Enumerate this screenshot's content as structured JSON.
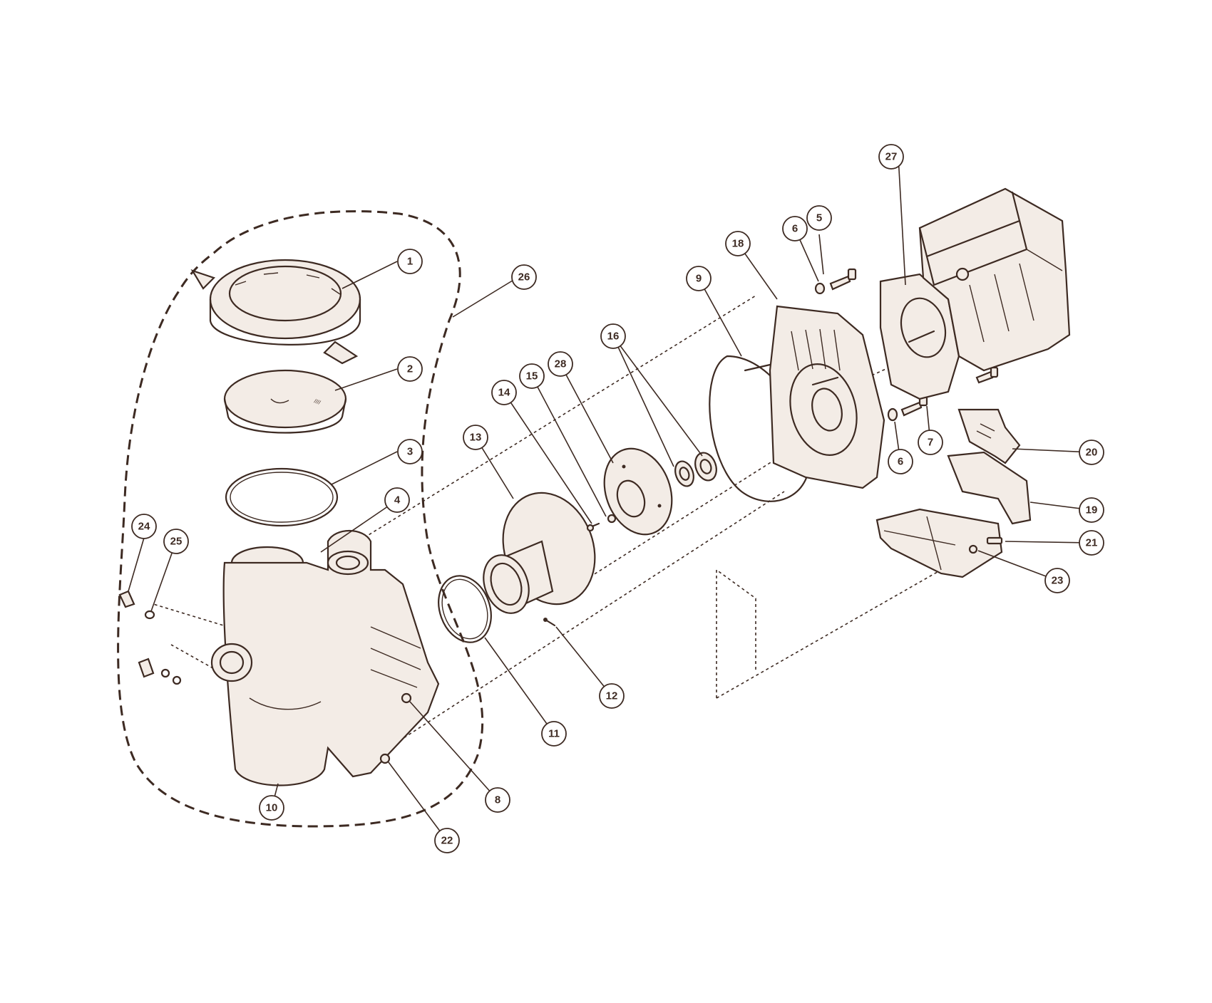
{
  "diagram": {
    "colors": {
      "line": "#3d2a22",
      "background": "#ffffff"
    },
    "callouts": [
      "1",
      "2",
      "3",
      "4",
      "5",
      "6",
      "6",
      "7",
      "8",
      "9",
      "10",
      "11",
      "12",
      "13",
      "14",
      "15",
      "16",
      "18",
      "19",
      "20",
      "21",
      "22",
      "23",
      "24",
      "25",
      "26",
      "27",
      "28"
    ]
  }
}
